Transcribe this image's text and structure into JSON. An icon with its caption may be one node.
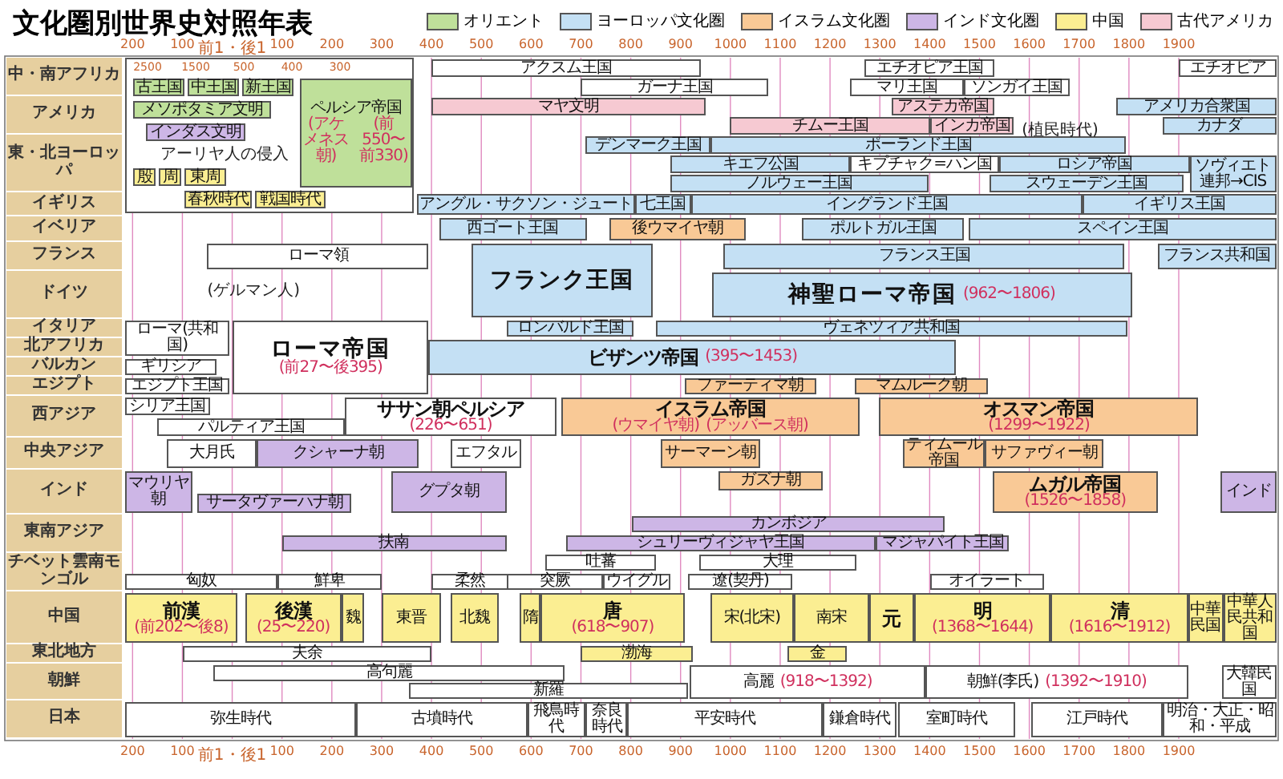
{
  "diagram": {
    "title": "文化圏別世界史対照年表",
    "nodes": [
      {
        "text": [],
        "shape": "box"
      },
      {
        "text": [
          "古王国"
        ],
        "in": 0
      },
      {
        "text": [
          "中王国"
        ],
        "in": 0
      },
      {
        "text": [
          "新王国"
        ],
        "in": 0
      },
      {
        "text": [
          "メソポタミア文明"
        ],
        "in": 0
      },
      {
        "text": [
          "ペルシア帝国",
          "(アケメネス朝)",
          "(前550〜前330)"
        ],
        "in": 0
      },
      {
        "text": [
          "インダス文明"
        ],
        "in": 0
      },
      {
        "text": [
          "殷"
        ],
        "in": 0
      },
      {
        "text": [
          "周"
        ],
        "in": 0
      },
      {
        "text": [
          "東周"
        ],
        "in": 0
      },
      {
        "text": [
          "春秋時代"
        ],
        "in": 0
      },
      {
        "text": [
          "戦国時代"
        ],
        "in": 0
      },
      {
        "text": [
          "アクスム王国"
        ]
      },
      {
        "text": [
          "エチオピア王国"
        ]
      },
      {
        "text": [
          "エチオピア"
        ]
      },
      {
        "text": [
          "ガーナ王国"
        ]
      },
      {
        "text": [
          "マリ王国"
        ]
      },
      {
        "text": [
          "ソンガイ王国"
        ]
      },
      {
        "text": [
          "マヤ文明"
        ]
      },
      {
        "text": [
          "アステカ帝国"
        ]
      },
      {
        "text": [
          "アメリカ合衆国"
        ]
      },
      {
        "text": [
          "チムー王国"
        ]
      },
      {
        "text": [
          "インカ帝国"
        ]
      },
      {
        "text": [
          "カナダ"
        ]
      },
      {
        "text": [
          "デンマーク王国"
        ]
      },
      {
        "text": [
          "ポーランド王国"
        ]
      },
      {
        "text": [
          "キエフ公国"
        ]
      },
      {
        "text": [
          "キプチャク=ハン国"
        ]
      },
      {
        "text": [
          "ロシア帝国"
        ]
      },
      {
        "text": [
          "ソヴィエト連邦→CIS"
        ]
      },
      {
        "text": [
          "ノルウェー王国"
        ]
      },
      {
        "text": [
          "スウェーデン王国"
        ]
      },
      {
        "text": [
          "アングル・サクソン・ジュート"
        ]
      },
      {
        "text": [
          "七王国"
        ]
      },
      {
        "text": [
          "イングランド王国"
        ]
      },
      {
        "text": [
          "イギリス王国"
        ]
      },
      {
        "text": [
          "西ゴート王国"
        ]
      },
      {
        "text": [
          "後ウマイヤ朝"
        ]
      },
      {
        "text": [
          "ポルトガル王国"
        ]
      },
      {
        "text": [
          "スペイン王国"
        ]
      },
      {
        "text": [
          "ローマ領"
        ]
      },
      {
        "text": [
          "フランク王国"
        ]
      },
      {
        "text": [
          "フランス王国"
        ]
      },
      {
        "text": [
          "フランス共和国"
        ]
      },
      {
        "text": [
          "神聖ローマ帝国",
          "(962〜1806)"
        ]
      },
      {
        "text": [
          "ローマ(共和国)"
        ]
      },
      {
        "text": [
          "ローマ帝国",
          "(前27〜後395)"
        ]
      },
      {
        "text": [
          "ロンバルド王国"
        ]
      },
      {
        "text": [
          "ヴェネツィア共和国"
        ]
      },
      {
        "text": [
          "ビザンツ帝国",
          "(395〜1453)"
        ]
      },
      {
        "text": [
          "ギリシア"
        ]
      },
      {
        "text": [
          "エジプト王国"
        ]
      },
      {
        "text": [
          "ファーティマ朝"
        ]
      },
      {
        "text": [
          "マムルーク朝"
        ]
      },
      {
        "text": [
          "シリア王国"
        ]
      },
      {
        "text": [
          "ササン朝ペルシア",
          "(226〜651)"
        ]
      },
      {
        "text": [
          "イスラム帝国",
          "(ウマイヤ朝)",
          "(アッバース朝)"
        ]
      },
      {
        "text": [
          "オスマン帝国",
          "(1299〜1922)"
        ]
      },
      {
        "text": [
          "パルティア王国"
        ]
      },
      {
        "text": [
          "大月氏"
        ]
      },
      {
        "text": [
          "クシャーナ朝"
        ]
      },
      {
        "text": [
          "エフタル"
        ]
      },
      {
        "text": [
          "サーマーン朝"
        ]
      },
      {
        "text": [
          "ティムール帝国"
        ]
      },
      {
        "text": [
          "サファヴィー朝"
        ]
      },
      {
        "text": [
          "マウリヤ朝"
        ]
      },
      {
        "text": [
          "グプタ朝"
        ]
      },
      {
        "text": [
          "ガズナ朝"
        ]
      },
      {
        "text": [
          "ムガル帝国",
          "(1526〜1858)"
        ]
      },
      {
        "text": [
          "インド"
        ]
      },
      {
        "text": [
          "サータヴァーハナ朝"
        ]
      },
      {
        "text": [
          "カンボジア"
        ]
      },
      {
        "text": [
          "扶南"
        ]
      },
      {
        "text": [
          "シュリーヴィジャヤ王国"
        ]
      },
      {
        "text": [
          "マジャパイト王国"
        ]
      },
      {
        "text": [
          "吐蕃"
        ]
      },
      {
        "text": [
          "大理"
        ]
      },
      {
        "text": [
          "匈奴"
        ]
      },
      {
        "text": [
          "鮮卑"
        ]
      },
      {
        "text": [
          "柔然"
        ]
      },
      {
        "text": [
          "突厥"
        ]
      },
      {
        "text": [
          "ウイグル"
        ]
      },
      {
        "text": [
          "遼(契丹)"
        ]
      },
      {
        "text": [
          "オイラート"
        ]
      },
      {
        "text": [
          "前漢",
          "(前202〜後8)"
        ]
      },
      {
        "text": [
          "後漢",
          "(25〜220)"
        ]
      },
      {
        "text": [
          "魏"
        ]
      },
      {
        "text": [
          "東晋"
        ]
      },
      {
        "text": [
          "北魏"
        ]
      },
      {
        "text": [
          "隋"
        ]
      },
      {
        "text": [
          "唐",
          "(618〜907)"
        ]
      },
      {
        "text": [
          "宋(北宋)"
        ]
      },
      {
        "text": [
          "南宋"
        ]
      },
      {
        "text": [
          "元"
        ]
      },
      {
        "text": [
          "明",
          "(1368〜1644)"
        ]
      },
      {
        "text": [
          "清",
          "(1616〜1912)"
        ]
      },
      {
        "text": [
          "中華民国"
        ]
      },
      {
        "text": [
          "中華人民共和国"
        ]
      },
      {
        "text": [
          "夫余"
        ]
      },
      {
        "text": [
          "渤海"
        ]
      },
      {
        "text": [
          "金"
        ]
      },
      {
        "text": [
          "高句麗"
        ]
      },
      {
        "text": [
          "新羅"
        ]
      },
      {
        "text": [
          "高麗",
          "(918〜1392)"
        ]
      },
      {
        "text": [
          "朝鮮(李氏)",
          "(1392〜1910)"
        ]
      },
      {
        "text": [
          "大韓民国"
        ]
      },
      {
        "text": [
          "弥生時代"
        ]
      },
      {
        "text": [
          "古墳時代"
        ]
      },
      {
        "text": [
          "飛鳥時代"
        ]
      },
      {
        "text": [
          "奈良時代"
        ]
      },
      {
        "text": [
          "平安時代"
        ]
      },
      {
        "text": [
          "鎌倉時代"
        ]
      },
      {
        "text": [
          "室町時代"
        ]
      },
      {
        "text": [
          "江戸時代"
        ]
      },
      {
        "text": [
          "明治・大正・昭和・平成"
        ]
      }
    ],
    "labels": [
      "200",
      "100",
      "前1・後1",
      "100",
      "200",
      "300",
      "400",
      "500",
      "600",
      "700",
      "800",
      "900",
      "1000",
      "1100",
      "1200",
      "1300",
      "1400",
      "1500",
      "1600",
      "1700",
      "1800",
      "1900",
      "2500",
      "1500",
      "500",
      "400",
      "300",
      "アーリヤ人の侵入",
      "中・南アフリカ",
      "アメリカ",
      "東・北ヨーロッパ",
      "イギリス",
      "イベリア",
      "フランス",
      "ドイツ",
      "イタリア",
      "北アフリカ",
      "バルカン",
      "エジプト",
      "西アジア",
      "中央アジア",
      "インド",
      "東南アジア",
      "チベット雲南モンゴル",
      "中国",
      "東北地方",
      "朝鮮",
      "日本",
      "(ゲルマン人)",
      "(植民時代)",
      "200",
      "100",
      "前1・後1",
      "100",
      "200",
      "300",
      "400",
      "500",
      "600",
      "700",
      "800",
      "900",
      "1000",
      "1100",
      "1200",
      "1300",
      "1400",
      "1500",
      "1600",
      "1700",
      "1800",
      "1900"
    ],
    "legend": [
      {
        "text": "オリエント",
        "color": "#bfe09a"
      },
      {
        "text": "ヨーロッパ文化圏",
        "color": "#c4e0f4"
      },
      {
        "text": "イスラム文化圏",
        "color": "#f9c996"
      },
      {
        "text": "インド文化圏",
        "color": "#cdb6e6"
      },
      {
        "text": "中国",
        "color": "#fbee92"
      },
      {
        "text": "古代アメリカ",
        "color": "#f6c9d2"
      }
    ]
  }
}
